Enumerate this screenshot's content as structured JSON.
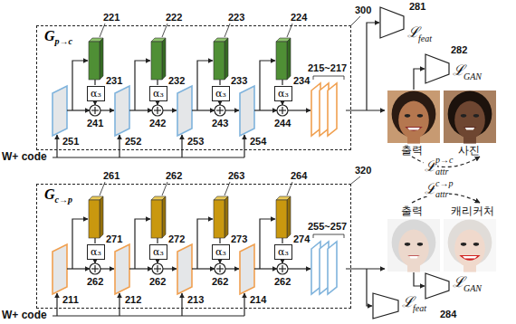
{
  "diagram": {
    "nodes": [
      {
        "text": [
          "G",
          "p→c"
        ]
      },
      {
        "text": [
          "α₃"
        ],
        "in": 0
      },
      {
        "text": [
          "α₃"
        ],
        "in": 0
      },
      {
        "text": [
          "α₃"
        ],
        "in": 0
      },
      {
        "text": [
          "α₃"
        ],
        "in": 0
      },
      {
        "text": [
          "G",
          "c→p"
        ]
      },
      {
        "text": [
          "α₃"
        ],
        "in": 5
      },
      {
        "text": [
          "α₃"
        ],
        "in": 5
      },
      {
        "text": [
          "α₃"
        ],
        "in": 5
      },
      {
        "text": [
          "α₃"
        ],
        "in": 5
      }
    ],
    "labels": [
      "300",
      "221",
      "222",
      "223",
      "224",
      "231",
      "232",
      "233",
      "234",
      "251",
      "241",
      "252",
      "242",
      "253",
      "243",
      "254",
      "244",
      "215~217",
      "281",
      "ℒ",
      "feat",
      "282",
      "ℒ",
      "GAN",
      "출력",
      "사진",
      "ℒ",
      "attr",
      "p→c",
      "W+ code",
      "320",
      "261",
      "262",
      "263",
      "264",
      "271",
      "272",
      "273",
      "274",
      "211",
      "262",
      "212",
      "262",
      "213",
      "262",
      "214",
      "262",
      "255~257",
      "ℒ",
      "attr",
      "c→p",
      "출력",
      "캐리커처",
      "ℒ",
      "GAN",
      "W+ code",
      "ℒ",
      "feat",
      "284"
    ]
  }
}
